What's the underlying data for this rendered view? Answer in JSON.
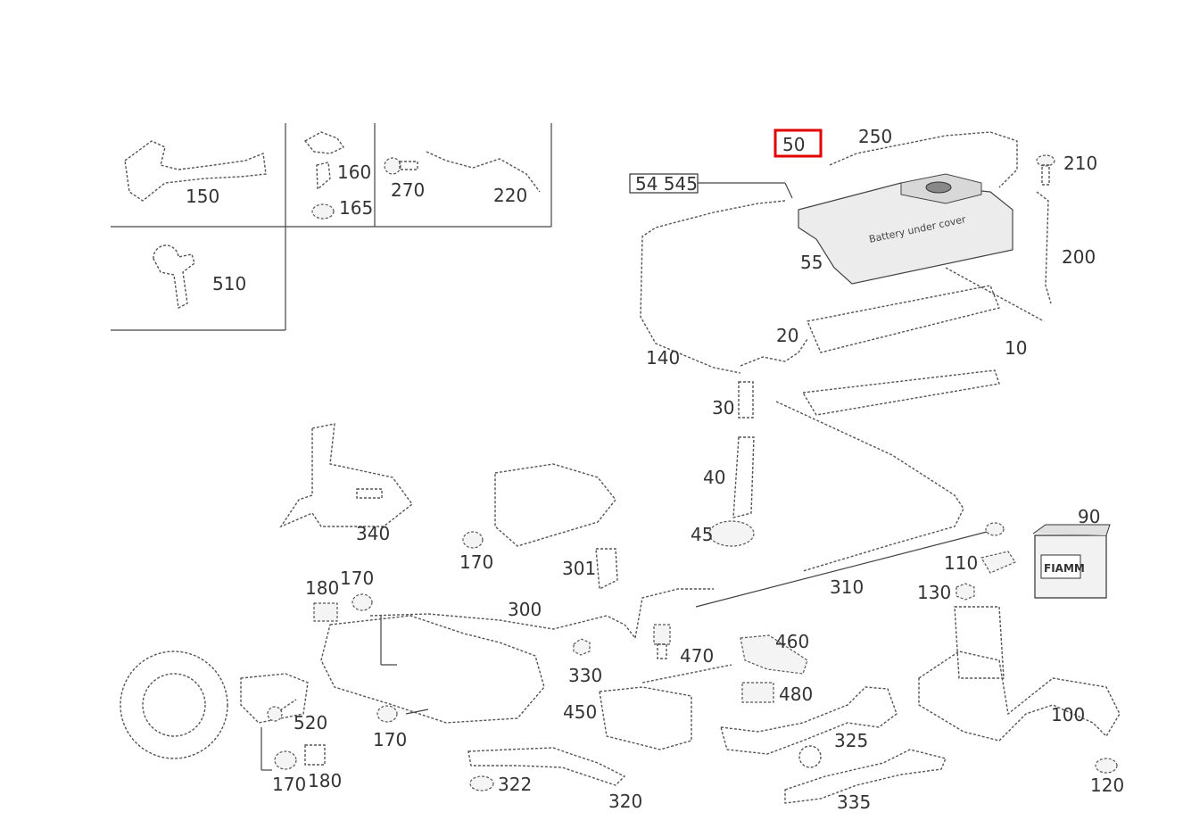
{
  "highlight": {
    "color": "#e00000",
    "label": "50"
  },
  "callout": {
    "label": "54 545"
  },
  "cover_text": "Battery under cover",
  "battery_brand": "FIAMM",
  "labels": {
    "p150": "150",
    "p160": "160",
    "p165": "165",
    "p270": "270",
    "p220": "220",
    "p510": "510",
    "p250": "250",
    "p210": "210",
    "p200": "200",
    "p55": "55",
    "p20": "20",
    "p10": "10",
    "p140": "140",
    "p30": "30",
    "p40": "40",
    "p45": "45",
    "p340": "340",
    "p170a": "170",
    "p301": "301",
    "p310": "310",
    "p90": "90",
    "p110": "110",
    "p130": "130",
    "p180a": "180",
    "p170b": "170",
    "p300": "300",
    "p470": "470",
    "p460": "460",
    "p330": "330",
    "p480": "480",
    "p450": "450",
    "p520": "520",
    "p170c": "170",
    "p325": "325",
    "p100": "100",
    "p170d": "170",
    "p180b": "180",
    "p322": "322",
    "p320": "320",
    "p335": "335",
    "p120": "120"
  }
}
